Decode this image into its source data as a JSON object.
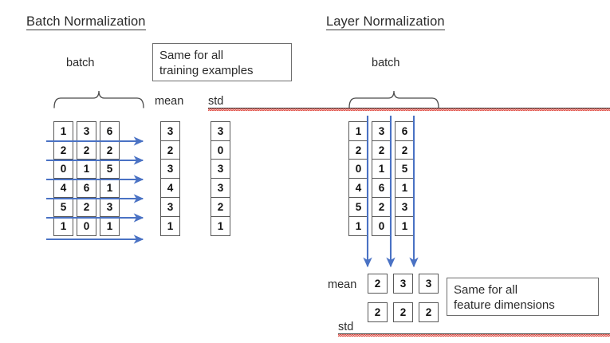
{
  "figure": {
    "background_color": "#ffffff",
    "cell_border_color": "#595959",
    "arrow_color": "#4a72c4",
    "spellcheck_color": "#e2534a"
  },
  "left_panel": {
    "title": "Batch Normalization",
    "batch_label": "batch",
    "mean_label": "mean",
    "std_label": "std",
    "callout": "Same for all\ntraining examples",
    "matrix": {
      "rows": [
        [
          "1",
          "3",
          "6"
        ],
        [
          "2",
          "2",
          "2"
        ],
        [
          "0",
          "1",
          "5"
        ],
        [
          "4",
          "6",
          "1"
        ],
        [
          "5",
          "2",
          "3"
        ],
        [
          "1",
          "0",
          "1"
        ]
      ]
    },
    "mean_column": [
      "3",
      "2",
      "3",
      "4",
      "3",
      "1"
    ],
    "std_column": [
      "3",
      "0",
      "3",
      "3",
      "2",
      "1"
    ],
    "arrow_direction": "horizontal-right",
    "arrow_count": 6
  },
  "right_panel": {
    "title": "Layer Normalization",
    "batch_label": "batch",
    "mean_label": "mean",
    "std_label": "std",
    "callout": "Same for all\nfeature dimensions",
    "matrix": {
      "rows": [
        [
          "1",
          "3",
          "6"
        ],
        [
          "2",
          "2",
          "2"
        ],
        [
          "0",
          "1",
          "5"
        ],
        [
          "4",
          "6",
          "1"
        ],
        [
          "5",
          "2",
          "3"
        ],
        [
          "1",
          "0",
          "1"
        ]
      ]
    },
    "mean_row": [
      "2",
      "3",
      "3"
    ],
    "std_row": [
      "2",
      "2",
      "2"
    ],
    "arrow_direction": "vertical-down",
    "arrow_count": 3
  }
}
